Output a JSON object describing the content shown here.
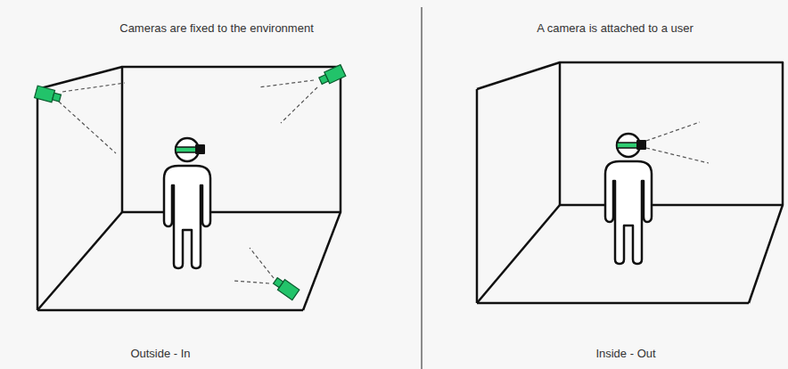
{
  "diagram": {
    "labels": [
      "Cameras are fixed to the environment",
      "A camera is attached to a user",
      "Outside - In",
      "Inside - Out"
    ]
  }
}
